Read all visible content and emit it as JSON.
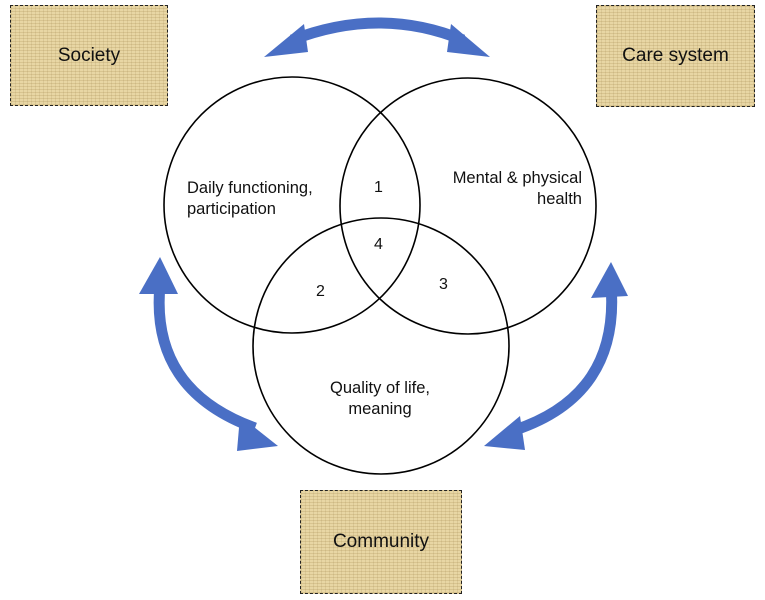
{
  "boxes": {
    "society": "Society",
    "care_system": "Care system",
    "community": "Community"
  },
  "circles": {
    "daily": [
      "Daily functioning,",
      "participation"
    ],
    "mental": [
      "Mental & physical",
      "health"
    ],
    "quality": [
      "Quality of life,",
      "meaning"
    ]
  },
  "intersections": {
    "one": "1",
    "two": "2",
    "three": "3",
    "four": "4"
  },
  "colors": {
    "arrow": "#4a6fc5",
    "box_fill": "#e8d6a4",
    "circle_stroke": "#000000"
  },
  "icons": {
    "arrows": "double-headed-curved-arrow"
  }
}
